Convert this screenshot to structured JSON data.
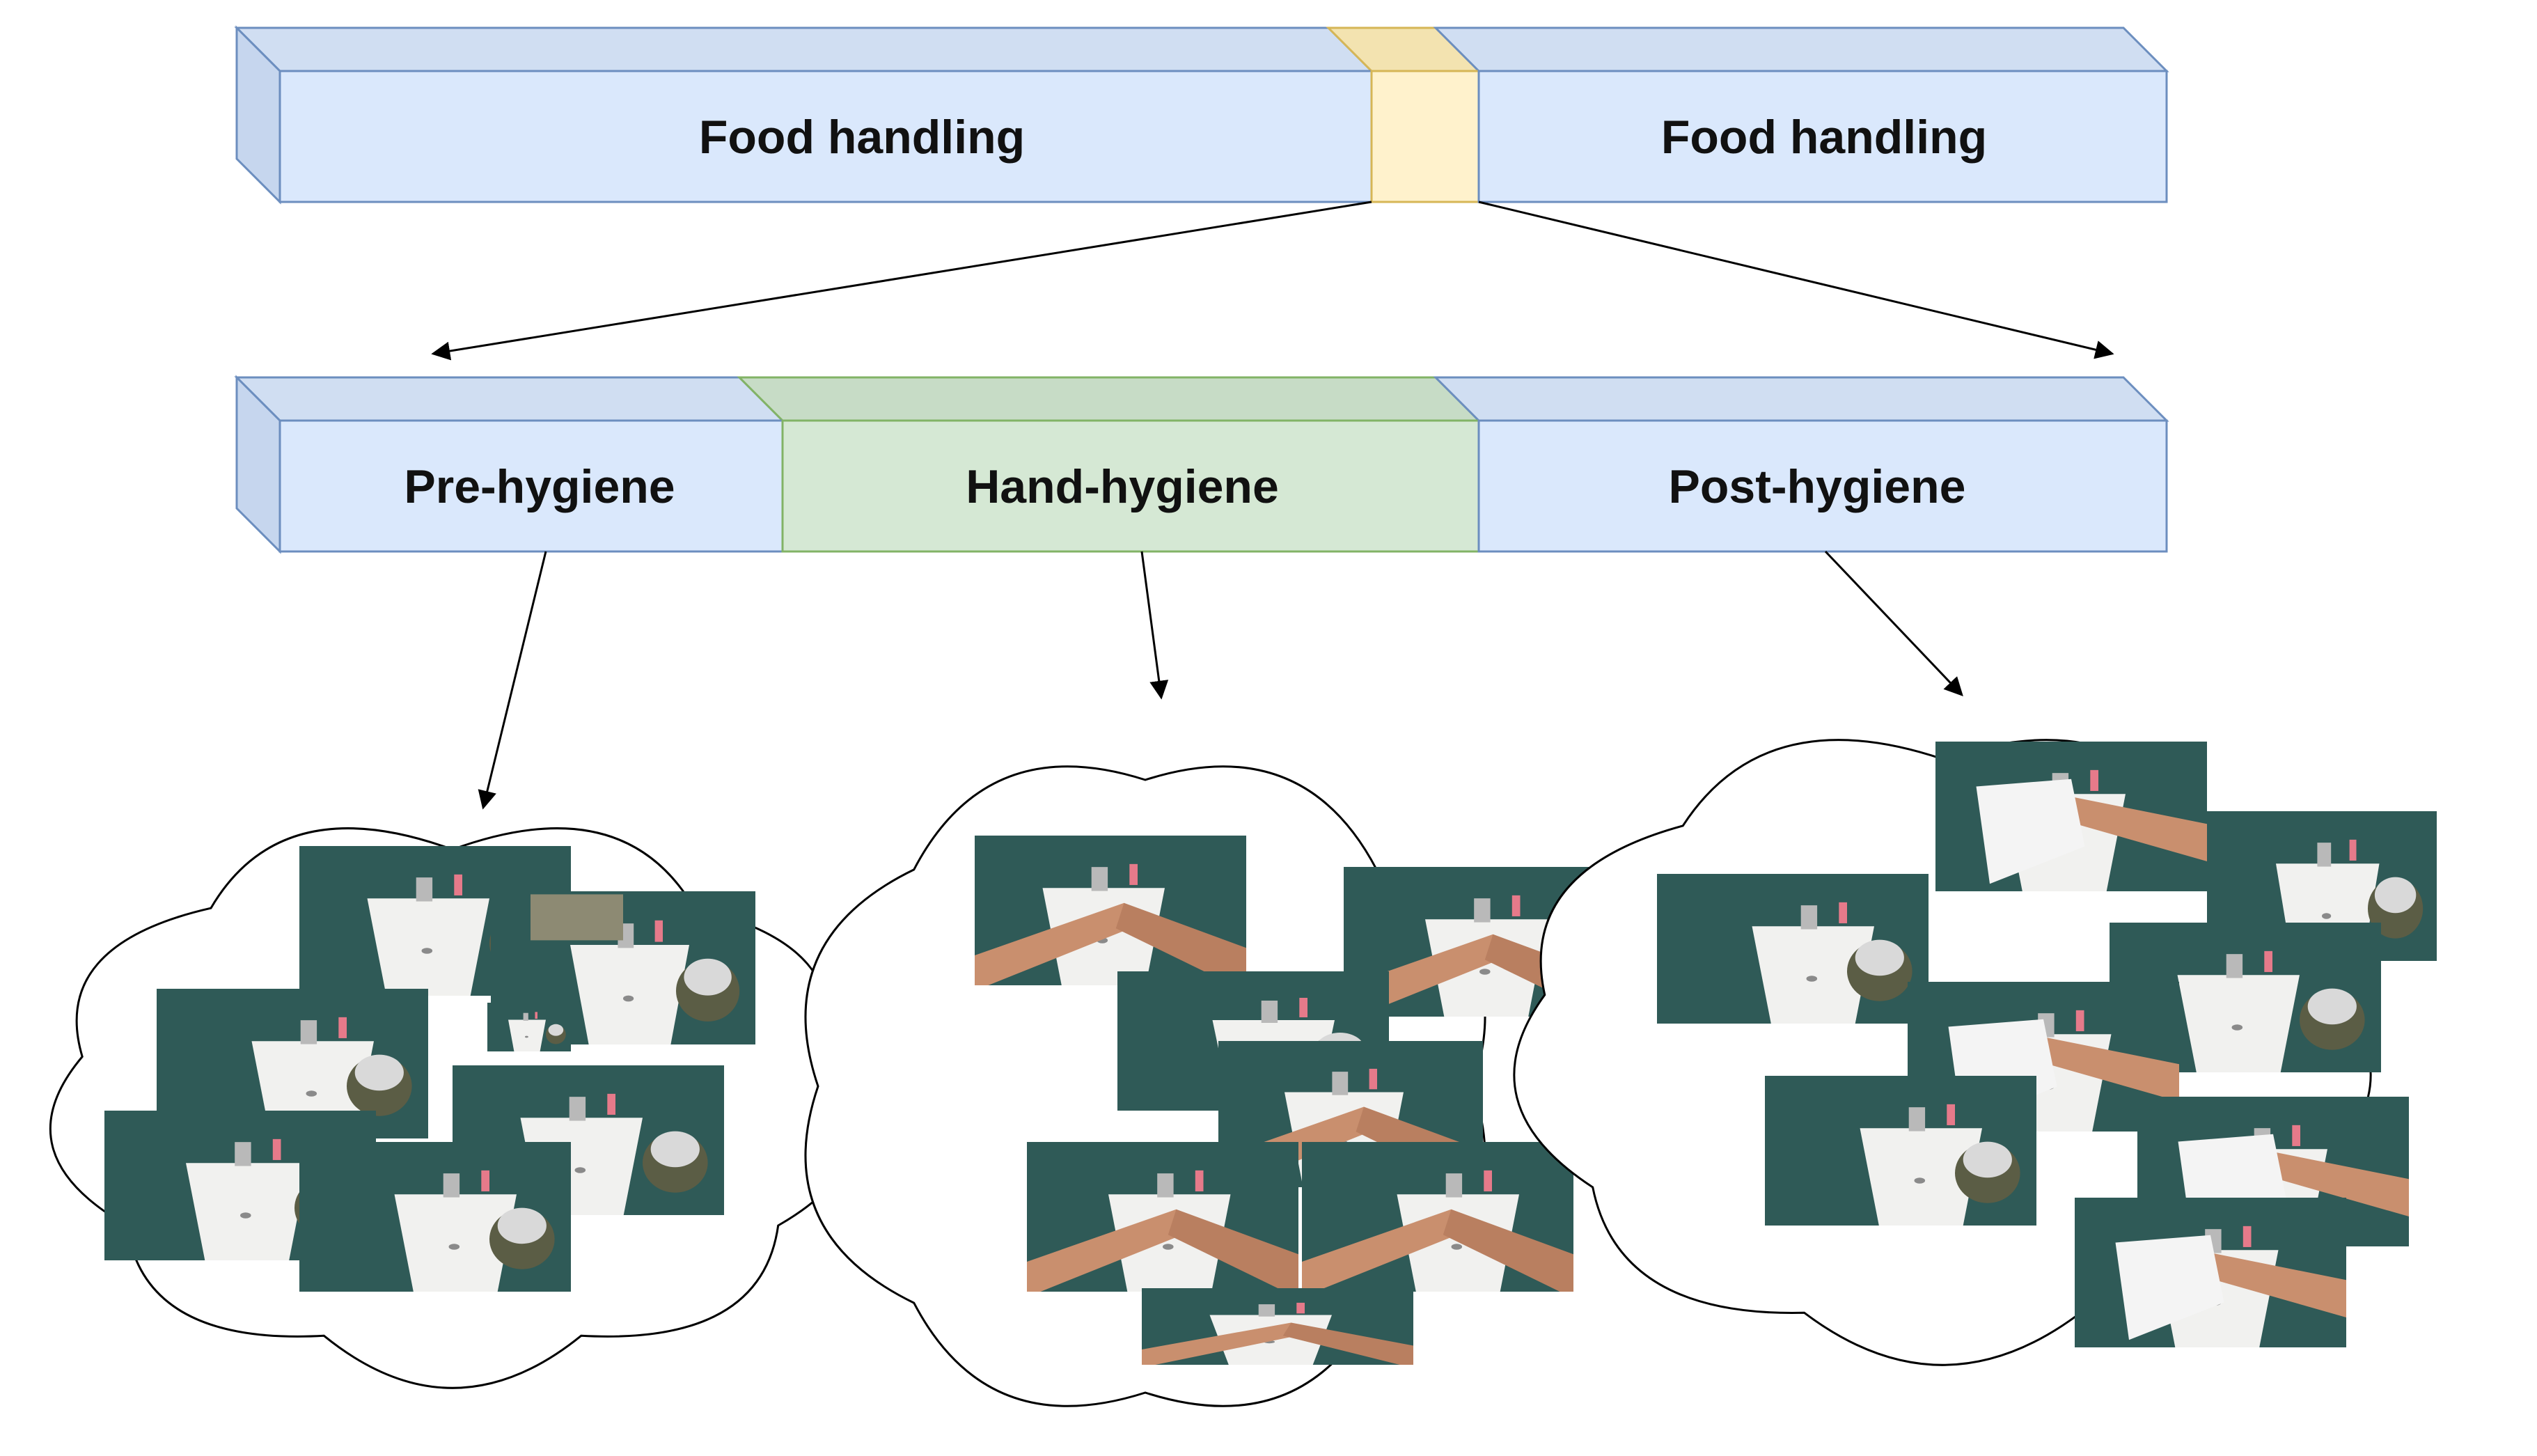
{
  "top_bar": {
    "left_label": "Food handling",
    "right_label": "Food handling",
    "segment_colors": {
      "food": "#dae8fc",
      "gap": "#fff2cc",
      "border": "#6c8ebf",
      "gap_border": "#d6b656"
    }
  },
  "middle_bar": {
    "pre_label": "Pre-hygiene",
    "hand_label": "Hand-hygiene",
    "post_label": "Post-hygiene",
    "segment_colors": {
      "pre_post": "#dae8fc",
      "hand": "#d5e8d4",
      "hand_border": "#82b366"
    }
  },
  "clouds": [
    {
      "name": "pre-hygiene-frames",
      "frame_count": 7
    },
    {
      "name": "hand-hygiene-frames",
      "frame_count": 7
    },
    {
      "name": "post-hygiene-frames",
      "frame_count": 8
    }
  ],
  "frame_palette": {
    "tile": "#2f5a57",
    "sink": "#f1f1ef",
    "skin": "#c98f6e",
    "towel": "#f4f4f4",
    "bin": "#5b5d45"
  }
}
